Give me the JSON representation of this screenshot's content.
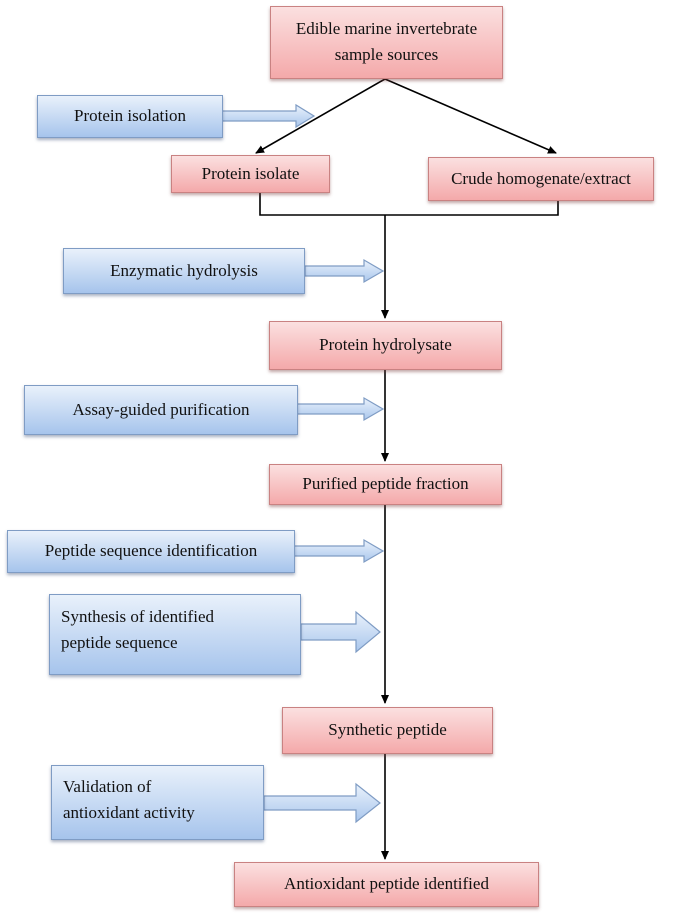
{
  "nodes": {
    "source": [
      "Edible marine invertebrate",
      "sample sources"
    ],
    "protein_isolate": "Protein isolate",
    "crude": "Crude homogenate/extract",
    "hydrolysate": "Protein hydrolysate",
    "purified": "Purified peptide fraction",
    "synthetic": "Synthetic peptide",
    "final": "Antioxidant peptide identified"
  },
  "steps": {
    "isolation": "Protein isolation",
    "hydrolysis": "Enzymatic hydrolysis",
    "purification": "Assay-guided purification",
    "sequencing": "Peptide sequence identification",
    "synthesis": [
      "Synthesis of identified",
      "peptide sequence"
    ],
    "validation": [
      "Validation of",
      "antioxidant activity"
    ]
  },
  "colors": {
    "process_box": "#f4a9aa",
    "step_box": "#a6c4ec",
    "connector": "#000000",
    "step_arrow_outline": "#7f9cc4"
  }
}
